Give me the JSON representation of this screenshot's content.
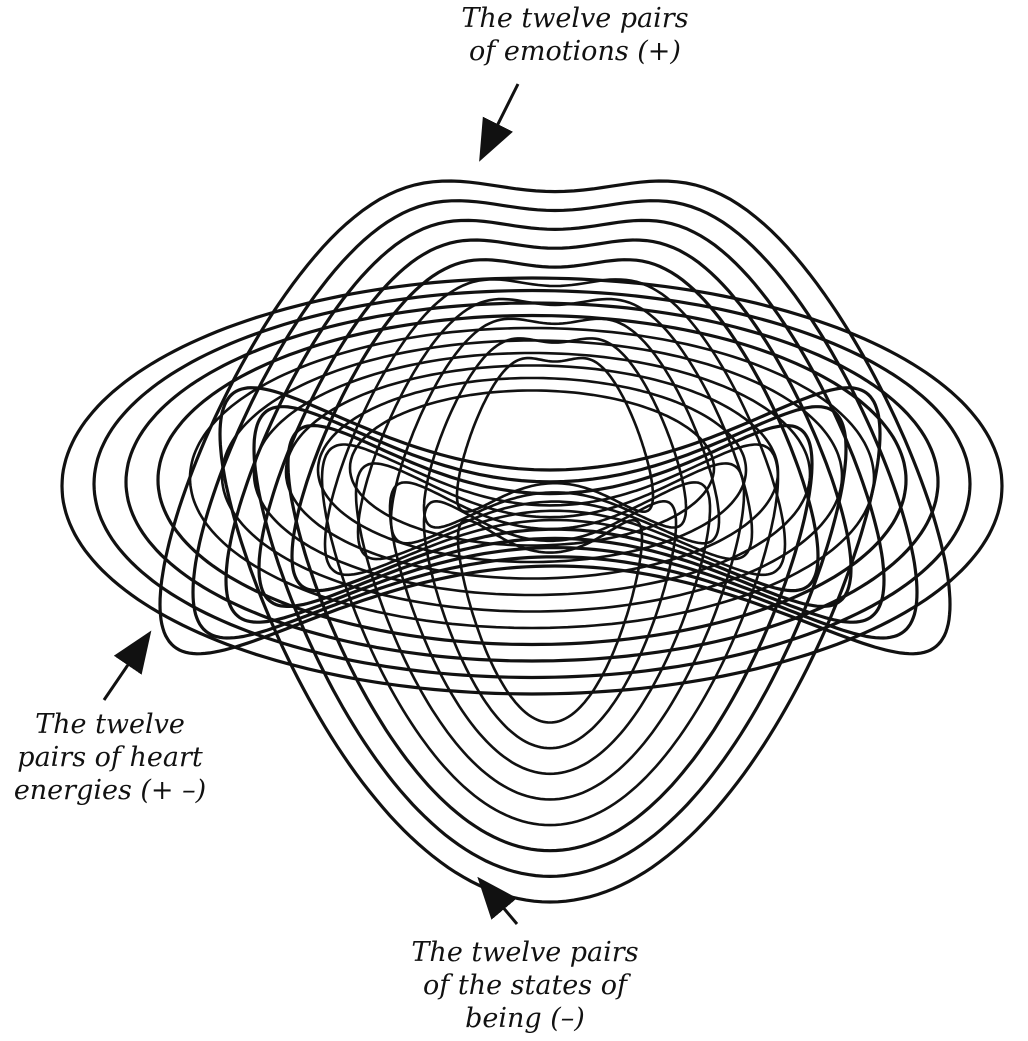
{
  "labels": {
    "emotions": {
      "line1": "The twelve pairs",
      "line2": "of emotions  (+)"
    },
    "heart": {
      "line1": "The twelve",
      "line2": "pairs of heart",
      "line3": "energies  (+ –)"
    },
    "being": {
      "line1": "The twelve pairs",
      "line2": "of the states of",
      "line3": "being  (–)"
    }
  },
  "colors": {
    "stroke": "#111111",
    "background": "#ffffff"
  }
}
